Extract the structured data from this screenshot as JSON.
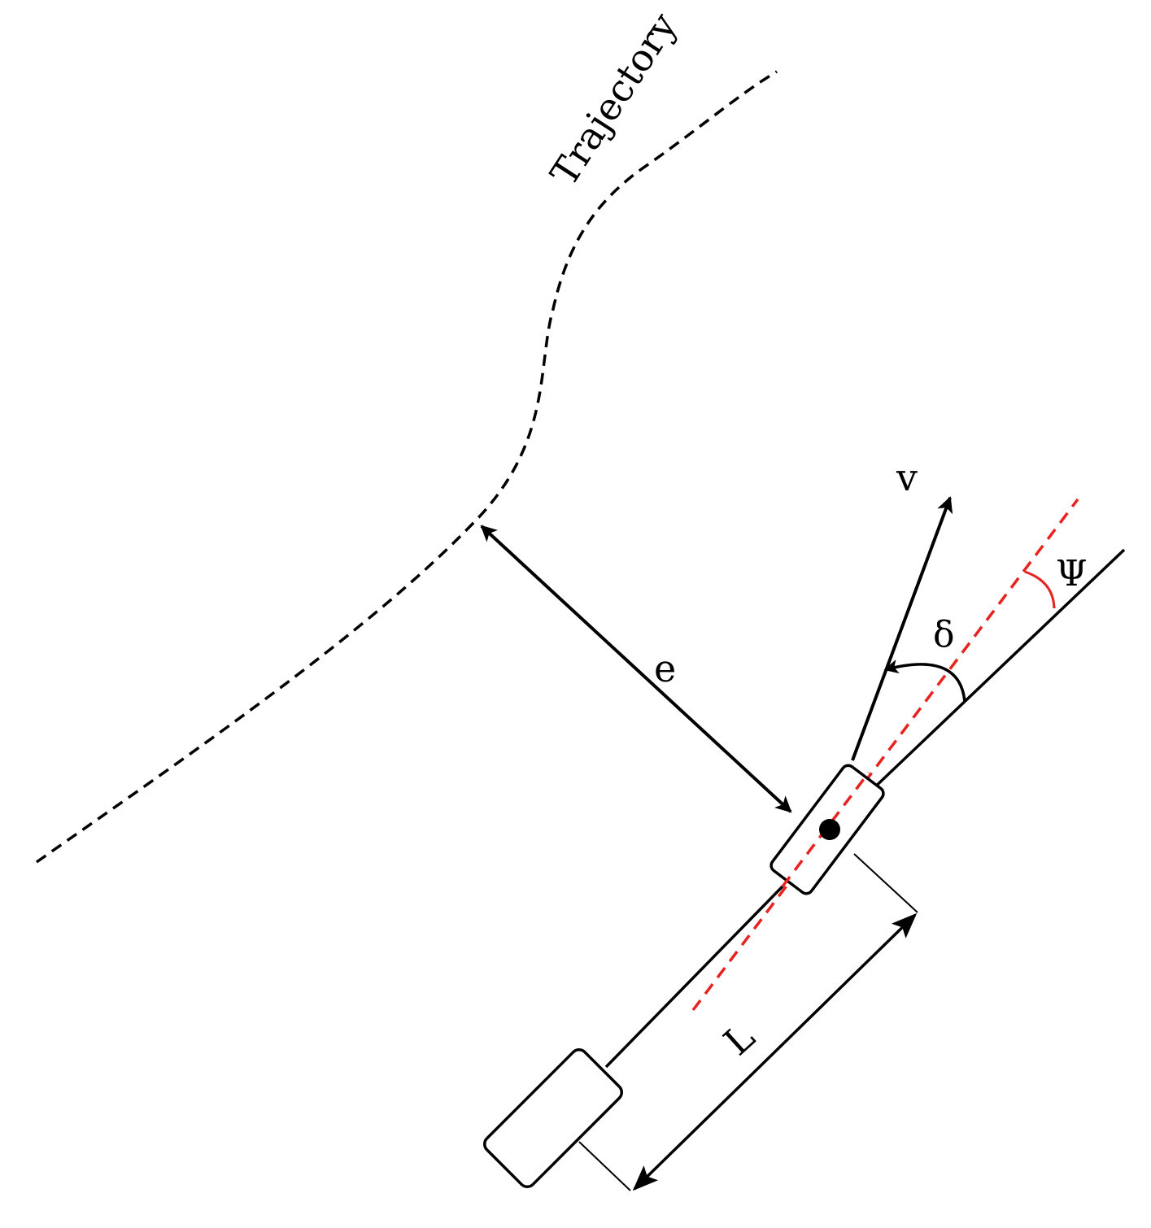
{
  "labels": {
    "trajectory": "Trajectory",
    "velocity": "v",
    "cross_track_error": "e",
    "steering_angle": "δ",
    "heading_error": "Ψ",
    "wheelbase": "L"
  },
  "colors": {
    "ink": "#000000",
    "reference_line": "#e8231f"
  }
}
